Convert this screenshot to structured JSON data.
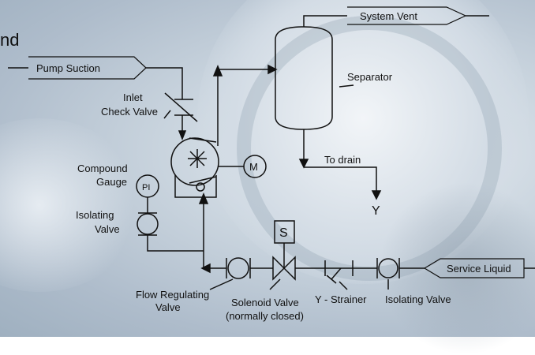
{
  "labels": {
    "partial_heading": "nd",
    "pump_suction": "Pump Suction",
    "system_vent": "System Vent",
    "inlet_check_valve_l1": "Inlet",
    "inlet_check_valve_l2": "Check Valve",
    "separator": "Separator",
    "motor": "M",
    "to_drain": "To drain",
    "drain_symbol": "Y",
    "compound_gauge_l1": "Compound",
    "compound_gauge_l2": "Gauge",
    "pressure_indicator": "PI",
    "isolating_valve_left_l1": "Isolating",
    "isolating_valve_left_l2": "Valve",
    "solenoid_box": "S",
    "service_liquid": "Service Liquid",
    "flow_regulating_valve_l1": "Flow Regulating",
    "flow_regulating_valve_l2": "Valve",
    "solenoid_valve_l1": "Solenoid Valve",
    "solenoid_valve_l2": "(normally closed)",
    "y_strainer": "Y - Strainer",
    "isolating_valve_right": "Isolating Valve"
  },
  "colors": {
    "line": "#111111",
    "background": "#c9d4de"
  }
}
